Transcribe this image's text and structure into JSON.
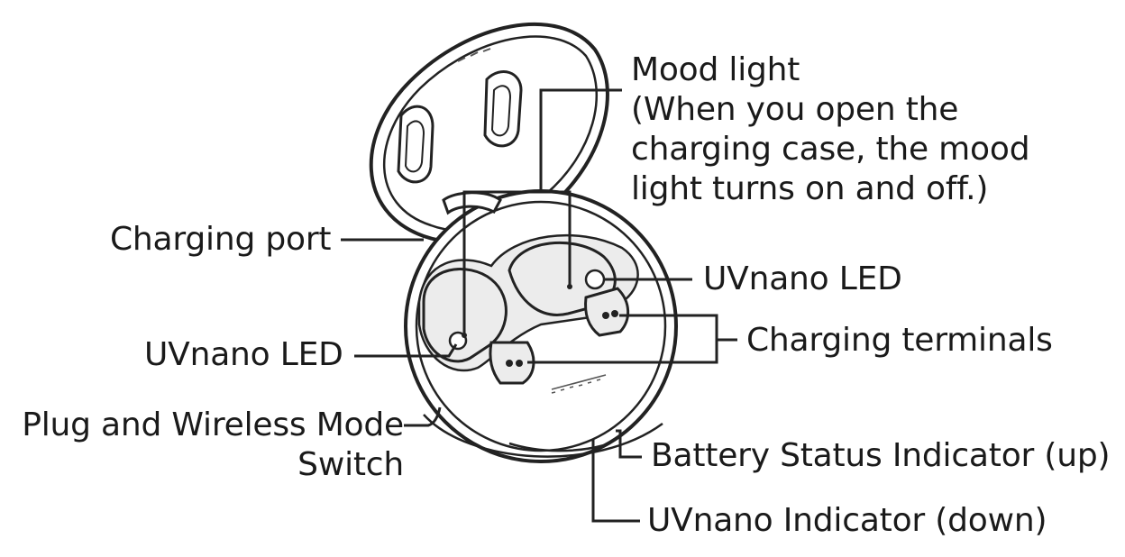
{
  "labels": {
    "mood_light": {
      "line1": "Mood light",
      "line2": "(When you open the",
      "line3": "charging case, the mood",
      "line4": "light turns on and off.)"
    },
    "charging_port": "Charging port",
    "uvnano_led_right": "UVnano LED",
    "uvnano_led_left": "UVnano LED",
    "charging_terminals": "Charging terminals",
    "mode_switch": {
      "line1": "Plug and Wireless Mode",
      "line2": "Switch"
    },
    "battery_indicator": "Battery Status Indicator (up)",
    "uvnano_indicator": "UVnano Indicator (down)"
  },
  "colors": {
    "ink": "#1a1a1a",
    "line": "#222222",
    "fill_light": "#ececec",
    "background": "#ffffff"
  }
}
